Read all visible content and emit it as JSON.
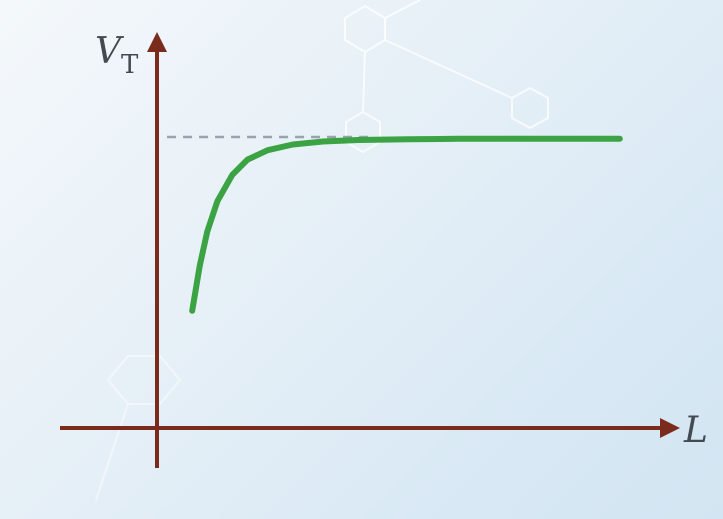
{
  "chart_data": {
    "type": "line",
    "title": "",
    "xlabel": "L",
    "ylabel_main": "V",
    "ylabel_sub": "T",
    "xlim": [
      0,
      10
    ],
    "ylim": [
      0,
      10
    ],
    "grid": false,
    "asymptote": {
      "y": 7.7,
      "style": "dashed"
    },
    "series": [
      {
        "x": [
          0.7,
          0.85,
          1.0,
          1.2,
          1.5,
          1.8,
          2.2,
          2.7,
          3.3,
          4.0,
          5.0,
          6.0,
          7.0,
          8.0,
          9.2
        ],
        "y": [
          3.1,
          4.3,
          5.2,
          6.0,
          6.7,
          7.1,
          7.35,
          7.5,
          7.58,
          7.62,
          7.64,
          7.65,
          7.65,
          7.65,
          7.65
        ]
      }
    ]
  },
  "colors": {
    "axis": "#7a2b1c",
    "curve": "#3ba343",
    "asymptote": "#9aa3ad",
    "decoration": "#ffffff"
  }
}
